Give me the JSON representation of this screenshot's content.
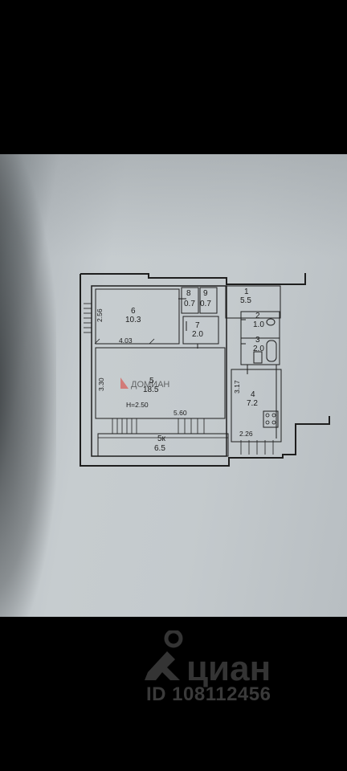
{
  "watermark": {
    "brand": "циан",
    "id_text": "ID 108112456",
    "plan_watermark": "ДОМИАН"
  },
  "floor_plan": {
    "rooms": [
      {
        "number": "6",
        "area": "10.3"
      },
      {
        "number": "8",
        "area": "0.7"
      },
      {
        "number": "9",
        "area": "0.7"
      },
      {
        "number": "7",
        "area": "2.0"
      },
      {
        "number": "1",
        "area": "5.5"
      },
      {
        "number": "2",
        "area": "1.0"
      },
      {
        "number": "3",
        "area": "2.0"
      },
      {
        "number": "5",
        "area": "18.5"
      },
      {
        "number": "4",
        "area": "7.2"
      },
      {
        "number": "5к",
        "area": "6.5"
      }
    ],
    "dimensions": {
      "room6_height": "2.56",
      "room6_width": "4.03",
      "room5_height": "3.30",
      "room5_width": "5.60",
      "ceiling": "H=2.50",
      "room4_height": "3.17",
      "room4_width": "2.26"
    }
  },
  "colors": {
    "background": "#000000",
    "paper": "#c4cacd",
    "ink": "#1c1c1c",
    "watermark_red": "#d8504a"
  }
}
